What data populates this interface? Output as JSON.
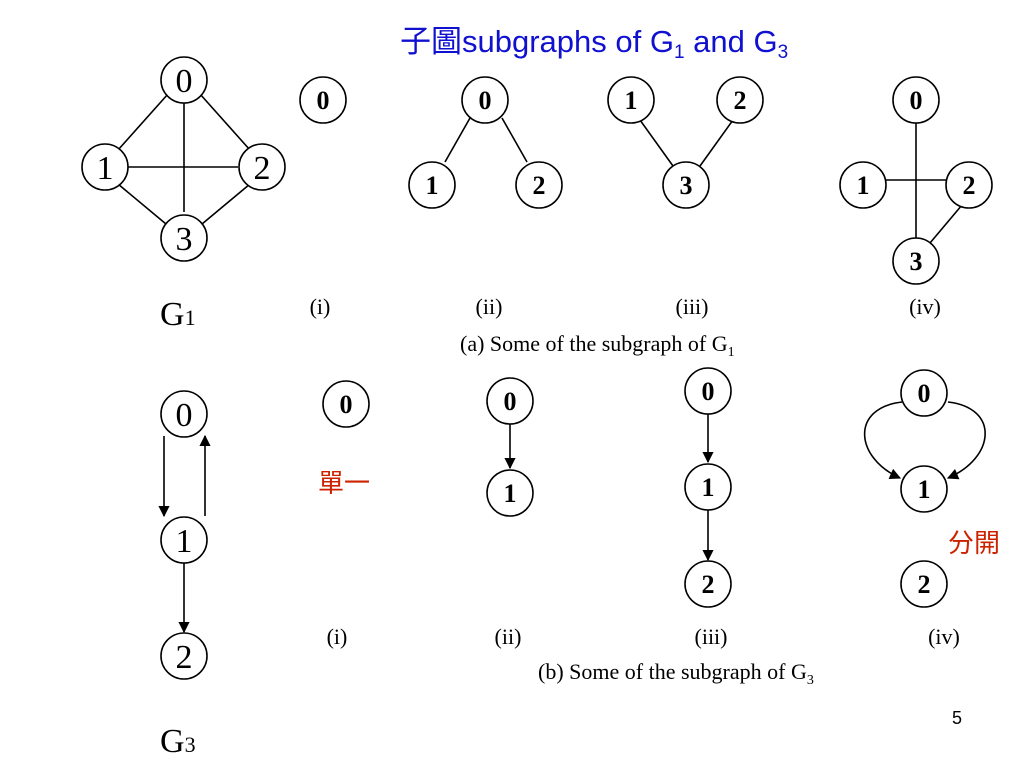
{
  "title": {
    "prefix": "子圖",
    "main": "subgraphs of G",
    "sub1": "1",
    "mid": " and G",
    "sub2": "3",
    "color": "#1010d0"
  },
  "g1": {
    "name": "G",
    "sub": "1",
    "nodes": {
      "n0": "0",
      "n1": "1",
      "n2": "2",
      "n3": "3"
    }
  },
  "g3": {
    "name": "G",
    "sub": "3",
    "nodes": {
      "n0": "0",
      "n1": "1",
      "n2": "2"
    }
  },
  "row_a": {
    "caption_main": "(a) Some of the subgraph of G",
    "caption_sub": "1",
    "labels": [
      "(i)",
      "(ii)",
      "(iii)",
      "(iv)"
    ],
    "i": {
      "n0": "0"
    },
    "ii": {
      "n0": "0",
      "n1": "1",
      "n2": "2"
    },
    "iii": {
      "n1": "1",
      "n2": "2",
      "n3": "3"
    },
    "iv": {
      "n0": "0",
      "n1": "1",
      "n2": "2",
      "n3": "3"
    }
  },
  "row_b": {
    "caption_main": "(b) Some of the subgraph of G",
    "caption_sub": "3",
    "labels": [
      "(i)",
      "(ii)",
      "(iii)",
      "(iv)"
    ],
    "i": {
      "n0": "0"
    },
    "ii": {
      "n0": "0",
      "n1": "1"
    },
    "iii": {
      "n0": "0",
      "n1": "1",
      "n2": "2"
    },
    "iv": {
      "n0": "0",
      "n1": "1",
      "n2": "2"
    }
  },
  "annotations": {
    "single": "單一",
    "separate": "分開",
    "color": "#cc2200"
  },
  "page_number": "5"
}
